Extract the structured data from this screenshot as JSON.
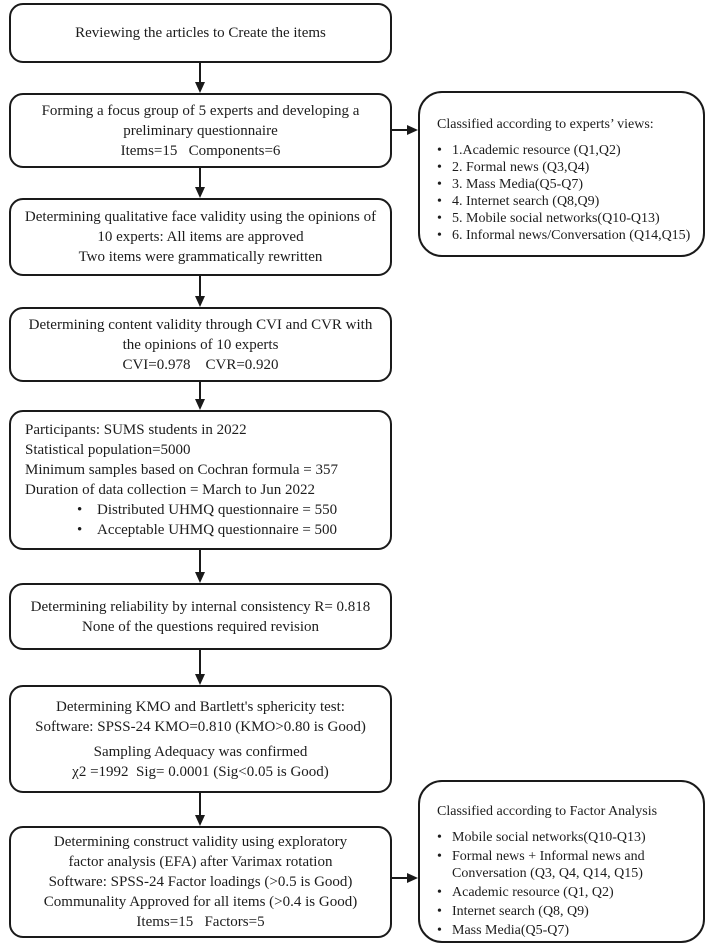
{
  "palette": {
    "background": "#ffffff",
    "line_color": "#1a1a1a",
    "text_color": "#1c1c1c"
  },
  "icons": {
    "bullet": "•"
  },
  "main_boxes": [
    {
      "id": "reviewing-articles",
      "lines": [
        "Reviewing the articles to Create the items"
      ]
    },
    {
      "id": "focus-group",
      "lines": [
        "Forming a focus group of 5 experts and developing a",
        "preliminary questionnaire",
        "Items=15   Components=6"
      ]
    },
    {
      "id": "face-validity",
      "lines": [
        "Determining qualitative face validity using the opinions of",
        "10 experts: All items are approved",
        "Two items were grammatically rewritten"
      ]
    },
    {
      "id": "content-validity",
      "lines": [
        "Determining content validity through CVI and CVR with",
        "the opinions of 10 experts",
        "CVI=0.978    CVR=0.920"
      ]
    },
    {
      "id": "participants",
      "lines": [
        "Participants: SUMS students in 2022",
        "Statistical population=5000",
        "Minimum samples based on Cochran formula = 357",
        "Duration of data collection = March to Jun 2022"
      ],
      "bullets": [
        "Distributed UHMQ questionnaire = 550",
        "Acceptable UHMQ questionnaire = 500"
      ]
    },
    {
      "id": "reliability",
      "lines": [
        "Determining reliability by internal consistency R= 0.818",
        "None of the questions required revision"
      ]
    },
    {
      "id": "kmo-bartlett",
      "lines": [
        "Determining KMO and Bartlett's sphericity test:",
        "Software: SPSS-24 KMO=0.810 (KMO>0.80 is Good)",
        "Sampling Adequacy was confirmed",
        "χ2 =1992  Sig= 0.0001 (Sig<0.05 is Good)"
      ]
    },
    {
      "id": "construct-validity",
      "lines": [
        "Determining construct validity using exploratory",
        "factor analysis (EFA) after Varimax rotation",
        "Software: SPSS-24 Factor loadings (>0.5 is Good)",
        "Communality Approved for all items (>0.4 is Good)",
        "Items=15   Factors=5"
      ]
    }
  ],
  "side_boxes": [
    {
      "id": "experts-classification",
      "title": "Classified according to experts’ views:",
      "items": [
        "1.Academic resource (Q1,Q2)",
        "2. Formal news (Q3,Q4)",
        "3. Mass Media(Q5-Q7)",
        "4. Internet search (Q8,Q9)",
        "5. Mobile social networks(Q10-Q13)",
        "6. Informal news/Conversation (Q14,Q15)"
      ]
    },
    {
      "id": "factor-classification",
      "title": "Classified according to Factor Analysis",
      "items": [
        "Mobile social networks(Q10-Q13)",
        "Formal news + Informal news and Conversation (Q3, Q4, Q14, Q15)",
        "Academic resource (Q1, Q2)",
        "Internet search (Q8, Q9)",
        "Mass Media(Q5-Q7)"
      ]
    }
  ]
}
